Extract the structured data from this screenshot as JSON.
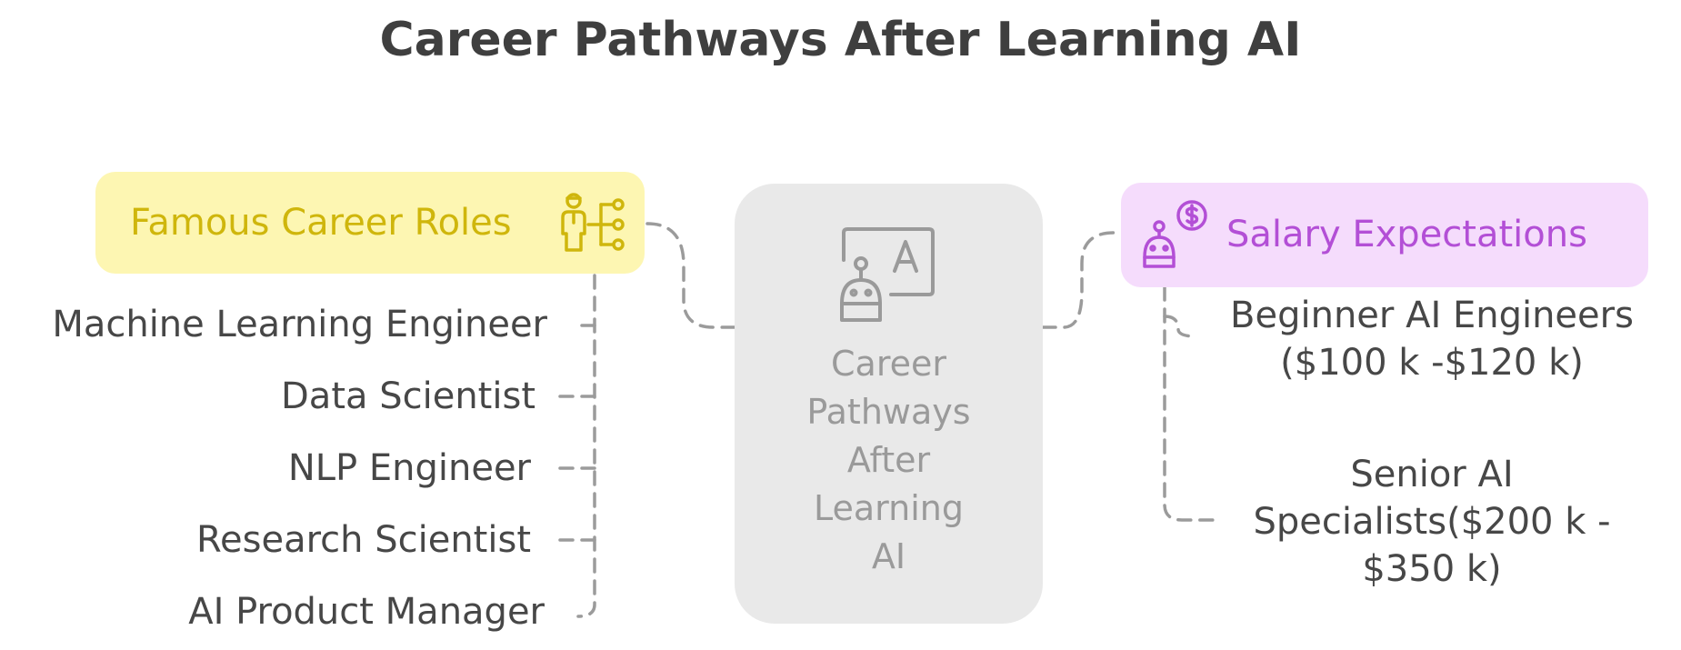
{
  "title": "Career Pathways After Learning AI",
  "center": {
    "lines": [
      "Career",
      "Pathways",
      "After",
      "Learning",
      "AI"
    ],
    "icon": "robot-letter-a-icon"
  },
  "left_branch": {
    "label": "Famous Career Roles",
    "icon": "person-network-icon",
    "color": "#cfb60c",
    "fill": "#fdf6b2",
    "items": [
      "Machine Learning Engineer",
      "Data Scientist",
      "NLP Engineer",
      "Research Scientist",
      "AI Product Manager"
    ]
  },
  "right_branch": {
    "label": "Salary Expectations",
    "icon": "robot-dollar-icon",
    "color": "#b34fd6",
    "fill": "#f5dcfc",
    "items": [
      {
        "lines": [
          "Beginner AI Engineers",
          "($100 k -$120 k)"
        ]
      },
      {
        "lines": [
          "Senior AI",
          "Specialists($200 k -",
          "$350 k)"
        ]
      }
    ]
  },
  "connector_color": "#9b9b9b"
}
